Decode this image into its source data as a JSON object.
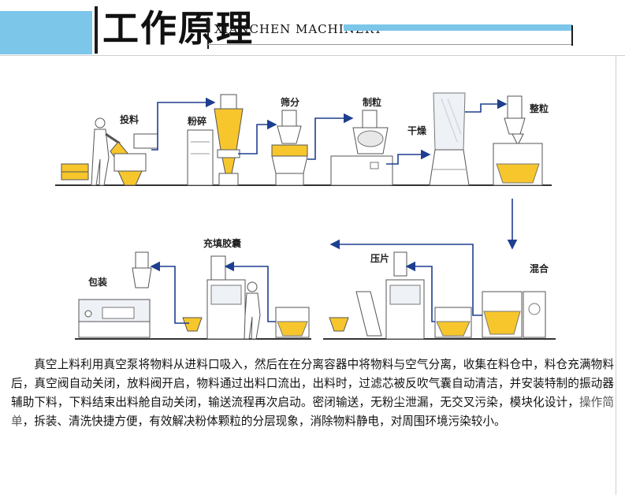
{
  "header": {
    "title": "工作原理",
    "company": "XIANCHEN MACHINERY"
  },
  "diagram": {
    "top_row": [
      {
        "key": "feeding",
        "label": "投料"
      },
      {
        "key": "crushing",
        "label": "粉碎"
      },
      {
        "key": "sieving",
        "label": "筛分"
      },
      {
        "key": "granulating",
        "label": "制粒"
      },
      {
        "key": "drying",
        "label": "干燥"
      },
      {
        "key": "sizing",
        "label": "整粒"
      }
    ],
    "bottom_row": [
      {
        "key": "packing",
        "label": "包装"
      },
      {
        "key": "capsule_filling",
        "label": "充填胶囊"
      },
      {
        "key": "tableting",
        "label": "压片"
      },
      {
        "key": "mixing",
        "label": "混合"
      }
    ],
    "colors": {
      "arrow": "#1e3f8f",
      "material": "#f6c62c",
      "outline": "#555555"
    }
  },
  "description": {
    "part1": "真空上料利用真空泵将物料从进料口吸入，然后在在分离容器中将物料与空气分离，收集在料仓中，料仓充满物料后，真空阀自动关闭，放料阀开启，物料通过出料口流出，出料时，过滤芯被反吹气囊自动清洁，并安装特制的振动器辅助下料，下料结束出料舱自动关闭，输送流程再次启动。密闭输送，无粉尘泄漏，无交叉污染，模块化设计，",
    "soft": "操作简单",
    "part2": "，拆装、清洗快捷方便，有效解决粉体颗粒的分层现象，消除物料静电，对周围环境污染较小。"
  }
}
